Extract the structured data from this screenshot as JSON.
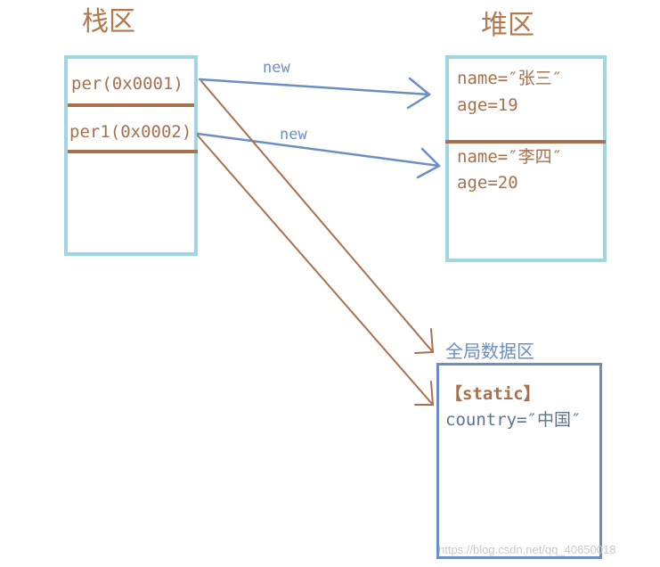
{
  "stack": {
    "title": "栈区",
    "vars": [
      "per(0x0001)",
      "per1(0x0002)"
    ]
  },
  "heap": {
    "title": "堆区",
    "objects": [
      {
        "name_line": "name=″张三″",
        "age_line": "age=19"
      },
      {
        "name_line": "name=″李四″",
        "age_line": "age=20"
      }
    ]
  },
  "global": {
    "title": "全局数据区",
    "static_label": "【static】",
    "country_line": "country=″中国″"
  },
  "arrows": {
    "new_label_1": "new",
    "new_label_2": "new"
  },
  "watermark": "https://blog.csdn.net/qq_40650018",
  "colors": {
    "stack_heap_border": "#9fd6e4",
    "global_border": "#6b8fc2",
    "brown": "#a8704d",
    "blue": "#6b8fc2"
  }
}
